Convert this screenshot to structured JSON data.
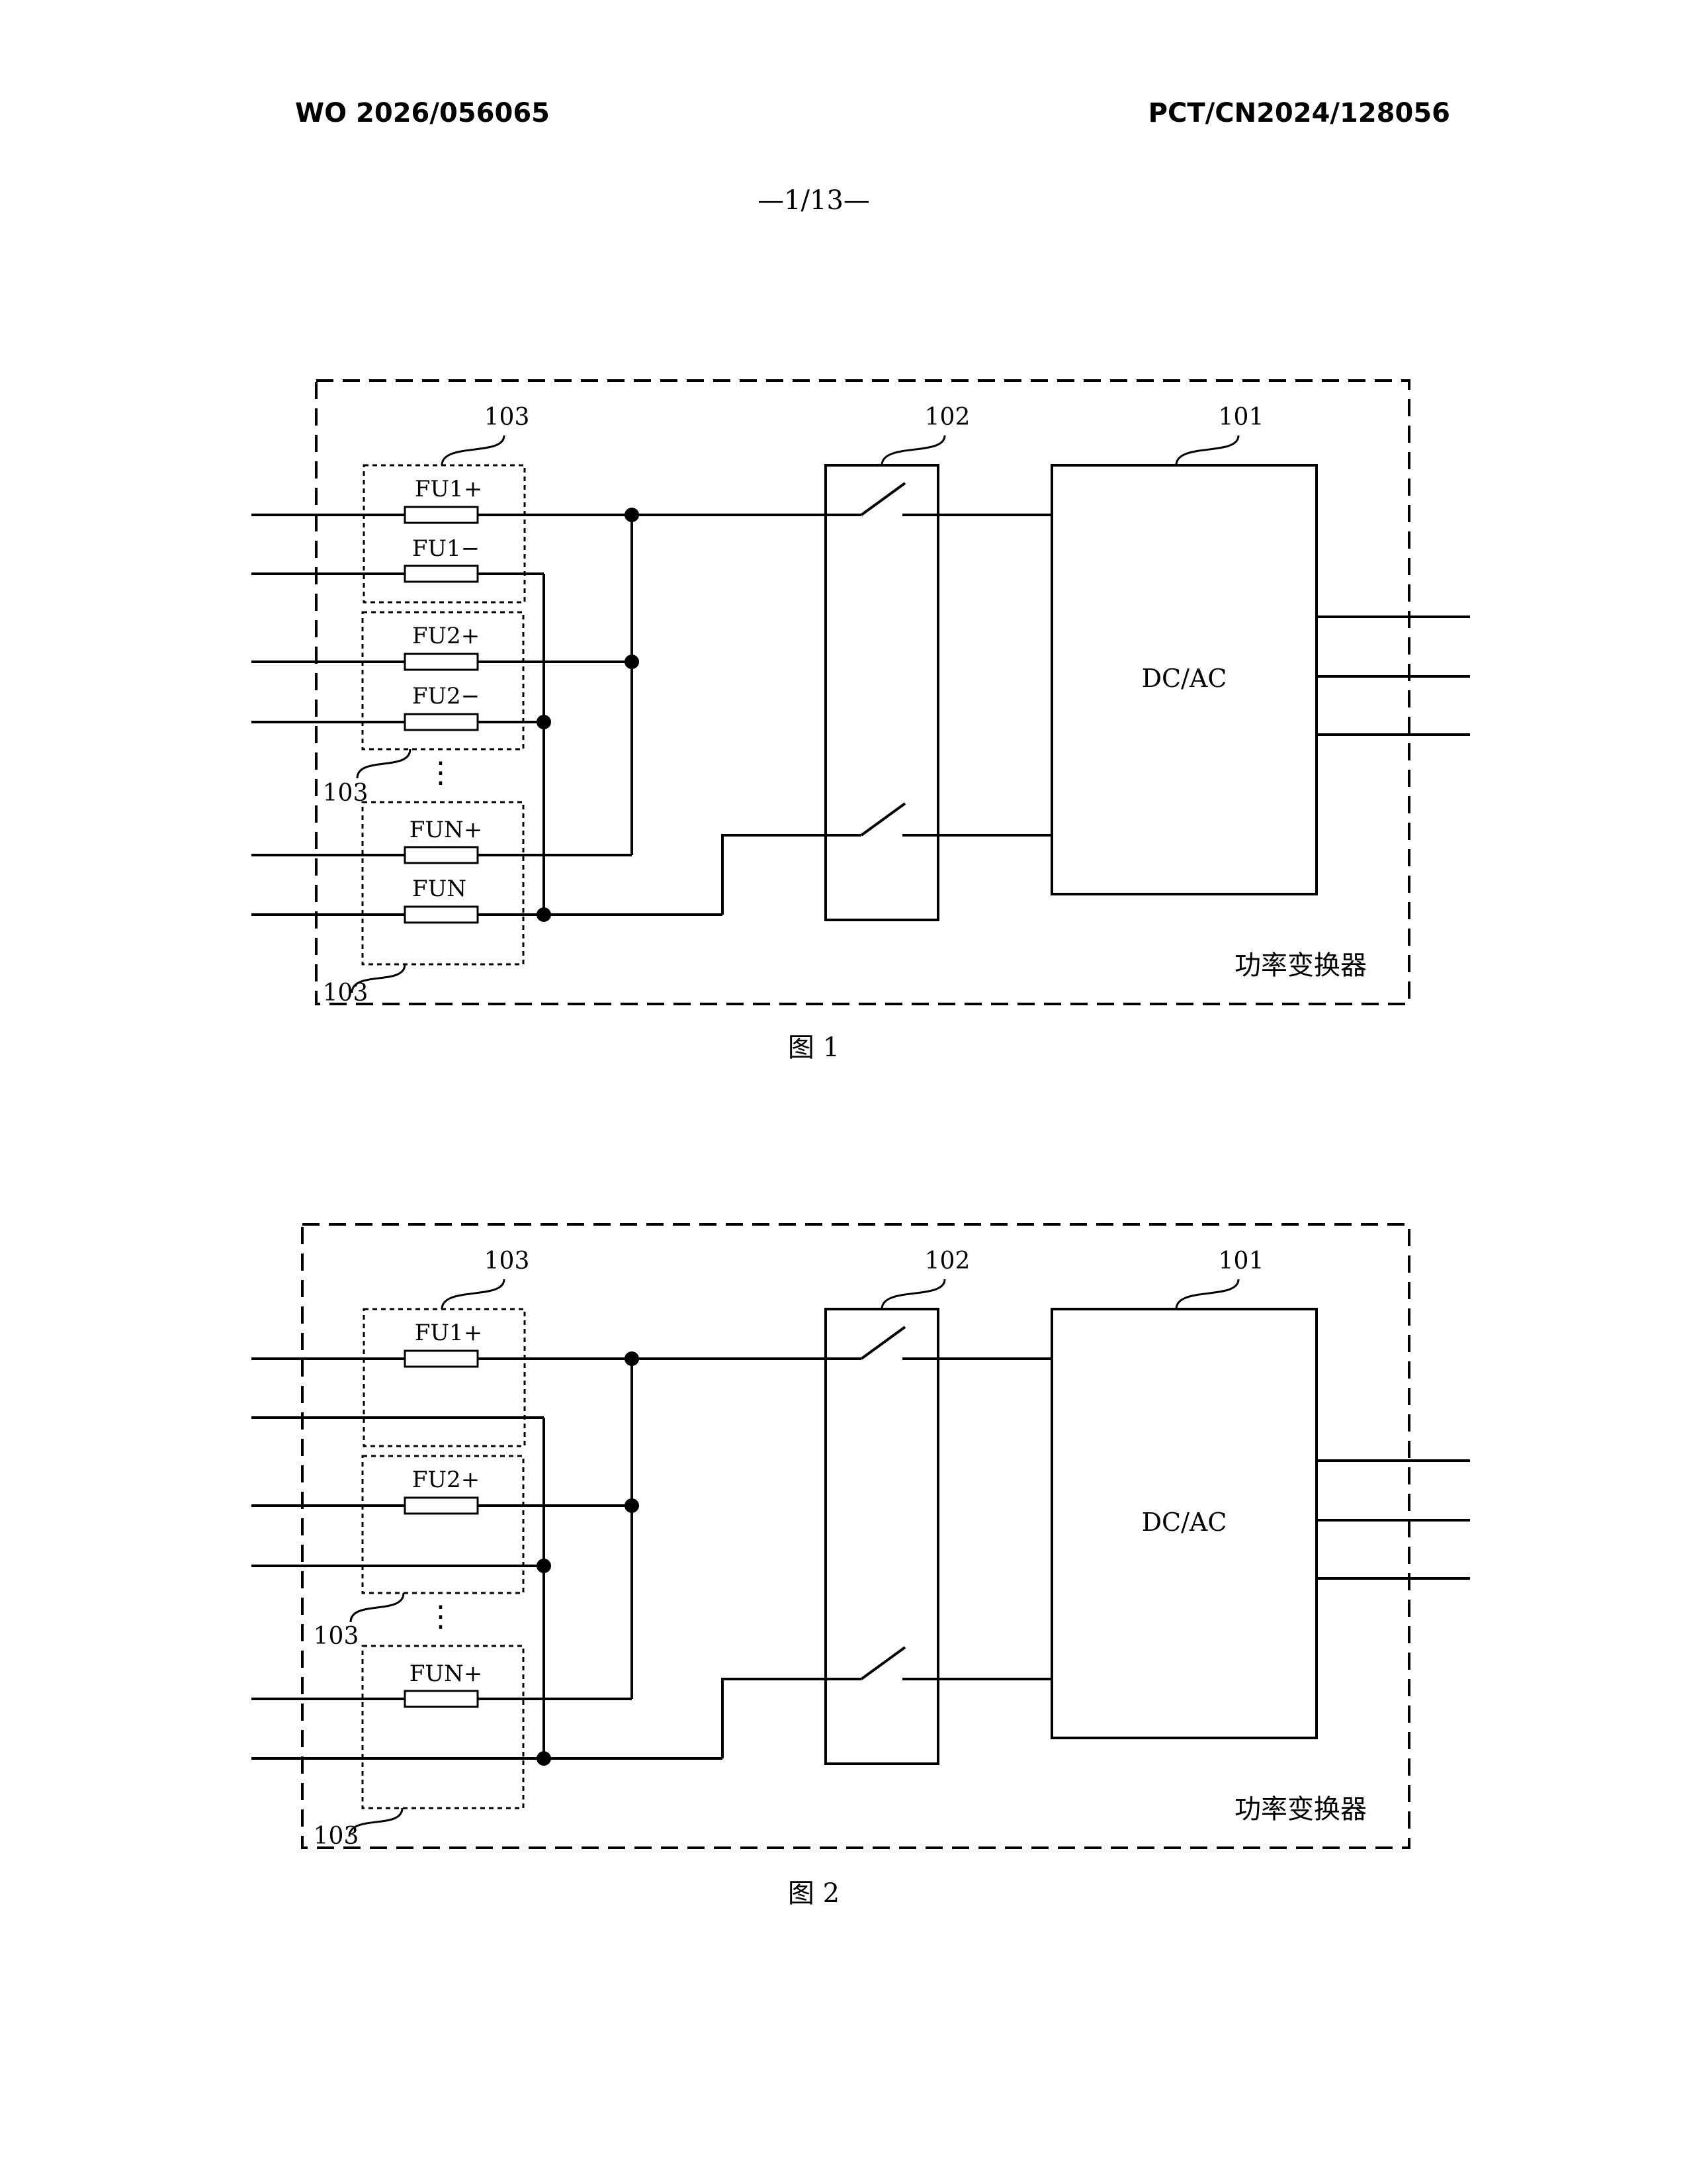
{
  "header": {
    "publication_number": "WO 2026/056065",
    "application_number": "PCT/CN2024/128056",
    "page_number": "—1/13—"
  },
  "figure1": {
    "caption": "图 1",
    "converter_label": "功率变换器",
    "dcac_label": "DC/AC",
    "ref_101": "101",
    "ref_102": "102",
    "ref_103_top": "103",
    "ref_103_mid": "103",
    "ref_103_bot": "103",
    "fuse_labels": [
      "FU1+",
      "FU1−",
      "FU2+",
      "FU2−",
      "FUN+",
      "FUN"
    ],
    "ellipsis": "⋮"
  },
  "figure2": {
    "caption": "图 2",
    "converter_label": "功率变换器",
    "dcac_label": "DC/AC",
    "ref_101": "101",
    "ref_102": "102",
    "ref_103_top": "103",
    "ref_103_mid": "103",
    "ref_103_bot": "103",
    "fuse_labels": [
      "FU1+",
      "FU2+",
      "FUN+"
    ],
    "ellipsis": "⋮"
  }
}
